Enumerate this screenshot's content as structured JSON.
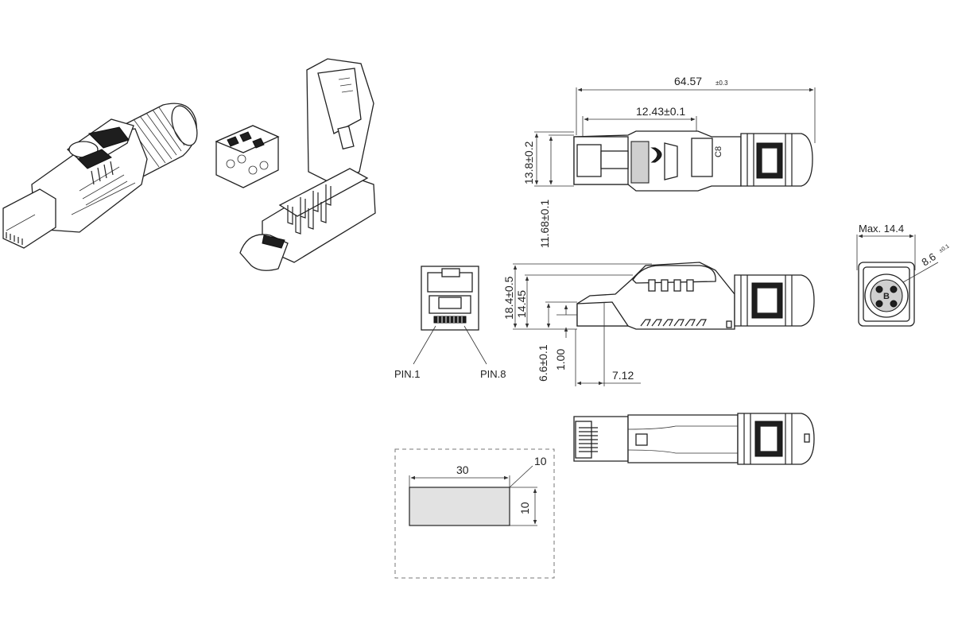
{
  "dimensions": {
    "overall_length": "64.57",
    "overall_length_tol": "±0.3",
    "front_length": "12.43±0.1",
    "height_top": "13.8±0.2",
    "width_top": "11.68±0.1",
    "max_width_label": "Max. 14.4",
    "cable_diameter": "8.6",
    "cable_diameter_tol": "±0.1",
    "height_side": "18.4±0.5",
    "height_body": "14.45",
    "latch_height": "6.6±0.1",
    "step": "1.00",
    "nose_length": "7.12",
    "label_width": "30",
    "label_height": "10",
    "label_offset": "10"
  },
  "pins": {
    "pin1": "PIN.1",
    "pin8": "PIN.8"
  },
  "marks": {
    "body_mark": "C8",
    "end_mark": "B"
  }
}
